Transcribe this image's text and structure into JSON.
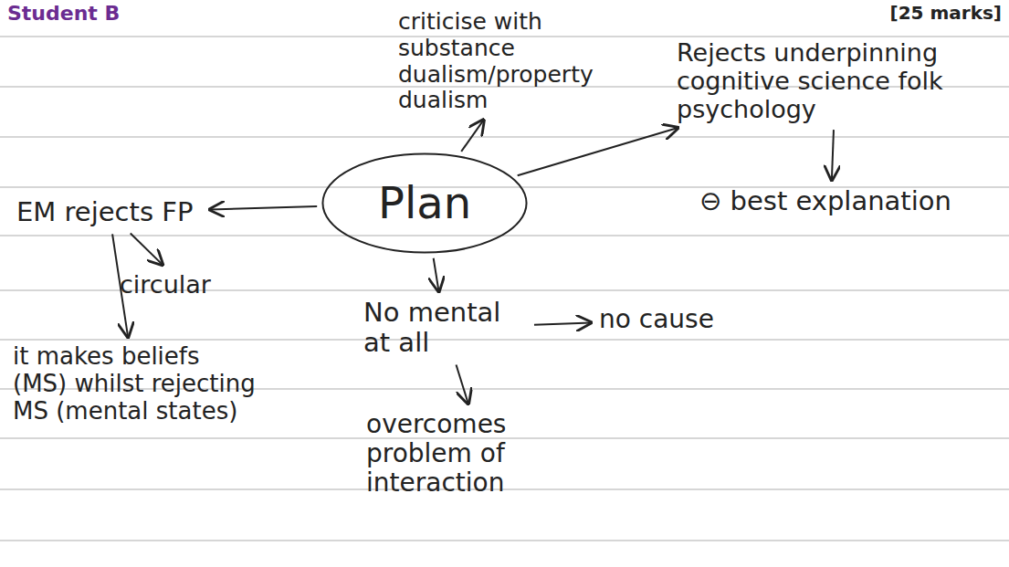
{
  "diagram": {
    "title": "Student B",
    "nodes": [
      {
        "text": [
          "Plan"
        ]
      },
      {
        "text": [
          "criticise with substance dualism/property dualism"
        ]
      },
      {
        "text": [
          "Rejects underpinning cognitive science folk psychology"
        ]
      },
      {
        "text": [
          "⊖ best explanation"
        ]
      },
      {
        "text": [
          "EM rejects FP"
        ]
      },
      {
        "text": [
          "circular"
        ]
      },
      {
        "text": [
          "it makes beliefs (MS) whilst rejecting MS (mental states)"
        ]
      },
      {
        "text": [
          "No mental at all"
        ]
      },
      {
        "text": [
          "no cause"
        ]
      },
      {
        "text": [
          "overcomes problem of interaction"
        ]
      }
    ],
    "edges": [
      {
        "from": 0,
        "to": 1,
        "arrow": "to"
      },
      {
        "from": 0,
        "to": 2,
        "arrow": "to"
      },
      {
        "from": 2,
        "to": 3,
        "arrow": "to"
      },
      {
        "from": 0,
        "to": 4,
        "arrow": "to"
      },
      {
        "from": 4,
        "to": 5,
        "arrow": "to"
      },
      {
        "from": 4,
        "to": 6,
        "arrow": "to"
      },
      {
        "from": 0,
        "to": 7,
        "arrow": "to"
      },
      {
        "from": 7,
        "to": 8,
        "arrow": "to"
      },
      {
        "from": 7,
        "to": 9,
        "arrow": "to"
      }
    ],
    "labels": [
      "[25 marks]"
    ]
  }
}
